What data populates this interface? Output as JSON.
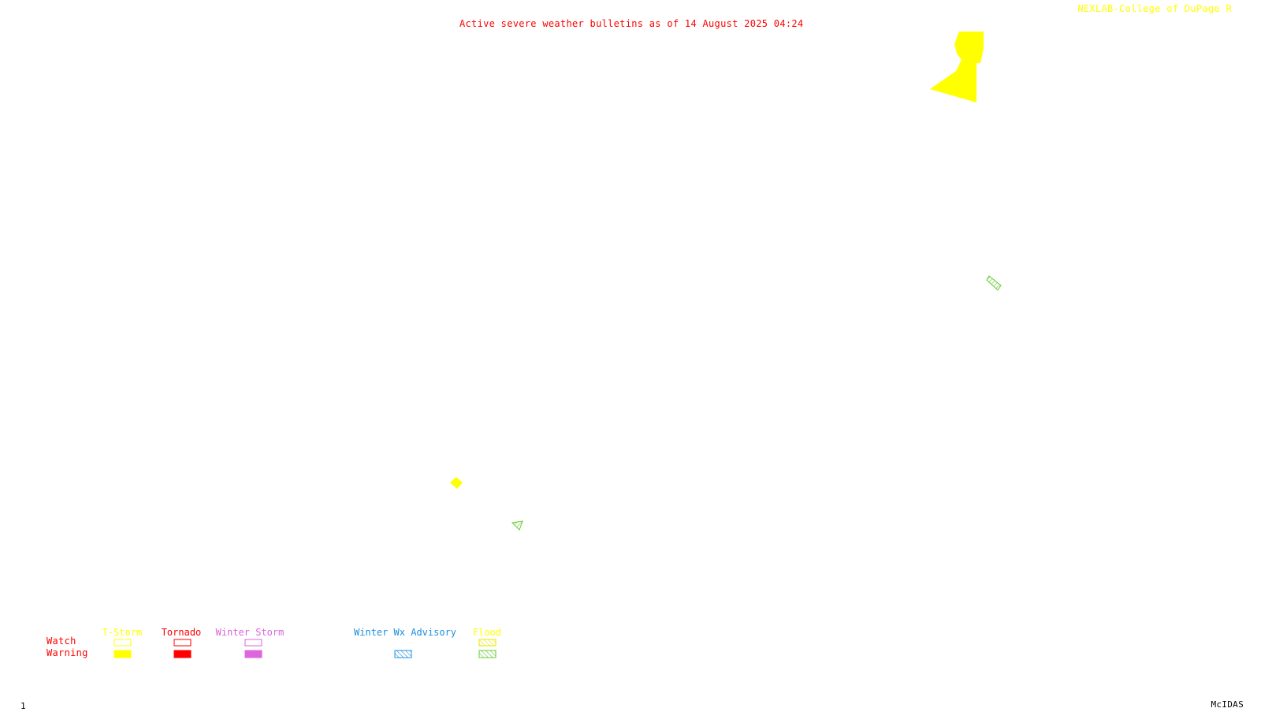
{
  "header": {
    "title": "Active severe weather bulletins as of 14 August 2025 04:24",
    "title_color": "#ff0000",
    "credit": "NEXLAB-College of DuPage R",
    "credit_color": "#ffff00"
  },
  "footer": {
    "frame_number": "1",
    "software": "McIDAS"
  },
  "legend": {
    "row_labels": {
      "watch": "Watch",
      "warning": "Warning",
      "color": "#ff0000"
    },
    "categories": [
      {
        "key": "tstorm",
        "label": "T-Storm",
        "color": "#ffff00",
        "watch_style": "outline",
        "warning_style": "fill"
      },
      {
        "key": "tornado",
        "label": "Tornado",
        "color": "#ff0000",
        "watch_style": "outline",
        "warning_style": "fill"
      },
      {
        "key": "winter-storm",
        "label": "Winter Storm",
        "color": "#dd66dd",
        "watch_style": "outline",
        "warning_style": "fill"
      },
      {
        "key": "winter-wx-advisory",
        "label": "Winter Wx Advisory",
        "color": "#1e90dd",
        "watch_style": "none",
        "warning_style": "hatch"
      },
      {
        "key": "flood",
        "label": "Flood",
        "color": "#ffff00",
        "warning_color": "#66cc33",
        "watch_style": "hatch",
        "warning_style": "hatch"
      }
    ]
  },
  "bulletins": [
    {
      "type": "tstorm-warning",
      "color": "#ffff00",
      "style": "fill"
    },
    {
      "type": "flood-warning",
      "color": "#66cc33",
      "style": "hatch"
    },
    {
      "type": "tstorm-warning",
      "color": "#ffff00",
      "style": "fill"
    },
    {
      "type": "flood-warning",
      "color": "#66cc33",
      "style": "hatch"
    }
  ]
}
